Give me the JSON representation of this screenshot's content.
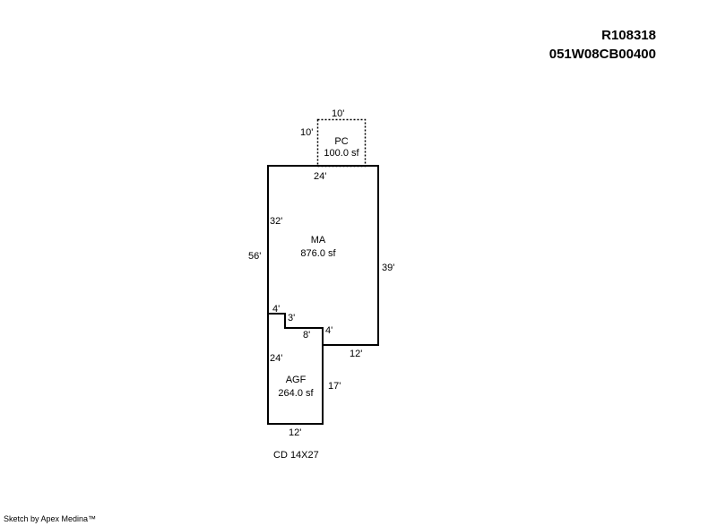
{
  "header": {
    "parcel_id": "R108318",
    "map_number": "051W08CB00400"
  },
  "areas": {
    "pc": {
      "code": "PC",
      "area": "100.0 sf",
      "dims": [
        "10'",
        "10'"
      ]
    },
    "ma": {
      "code": "MA",
      "area": "876.0 sf",
      "dims": [
        "24'",
        "32'",
        "56'",
        "39'",
        "12'",
        "4'"
      ]
    },
    "agf": {
      "code": "AGF",
      "area": "264.0 sf",
      "dims": [
        "4'",
        "3'",
        "8'",
        "24'",
        "17'",
        "12'"
      ]
    }
  },
  "note": "CD 14X27",
  "footer": "Sketch by Apex Medina™"
}
